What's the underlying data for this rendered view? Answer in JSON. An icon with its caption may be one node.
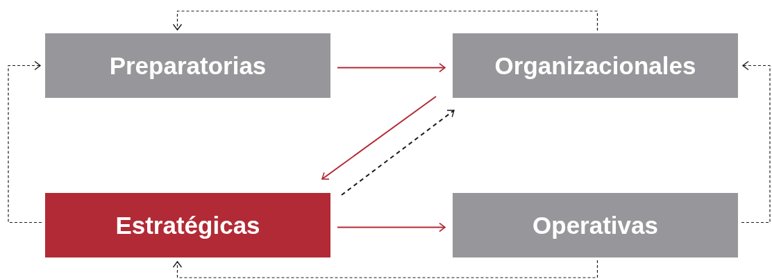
{
  "diagram": {
    "nodes": [
      {
        "text": [
          "Preparatorias"
        ]
      },
      {
        "text": [
          "Organizacionales"
        ]
      },
      {
        "text": [
          "Estratégicas"
        ]
      },
      {
        "text": [
          "Operativas"
        ]
      }
    ],
    "edges": [
      {
        "from": 0,
        "to": 1,
        "arrow": "to",
        "color": "#b12a35"
      },
      {
        "from": 1,
        "to": 2,
        "arrow": "to",
        "color": "#b12a35"
      },
      {
        "from": 2,
        "to": 1,
        "arrow": "to",
        "style": "dashed"
      },
      {
        "from": 2,
        "to": 3,
        "arrow": "to",
        "color": "#b12a35"
      },
      {
        "from": 1,
        "to": 0,
        "arrow": "to",
        "style": "dashed"
      },
      {
        "from": 2,
        "to": 0,
        "arrow": "to",
        "style": "dashed"
      },
      {
        "from": 3,
        "to": 2,
        "arrow": "to",
        "style": "dashed"
      },
      {
        "from": 3,
        "to": 1,
        "arrow": "to",
        "style": "dashed"
      }
    ]
  }
}
